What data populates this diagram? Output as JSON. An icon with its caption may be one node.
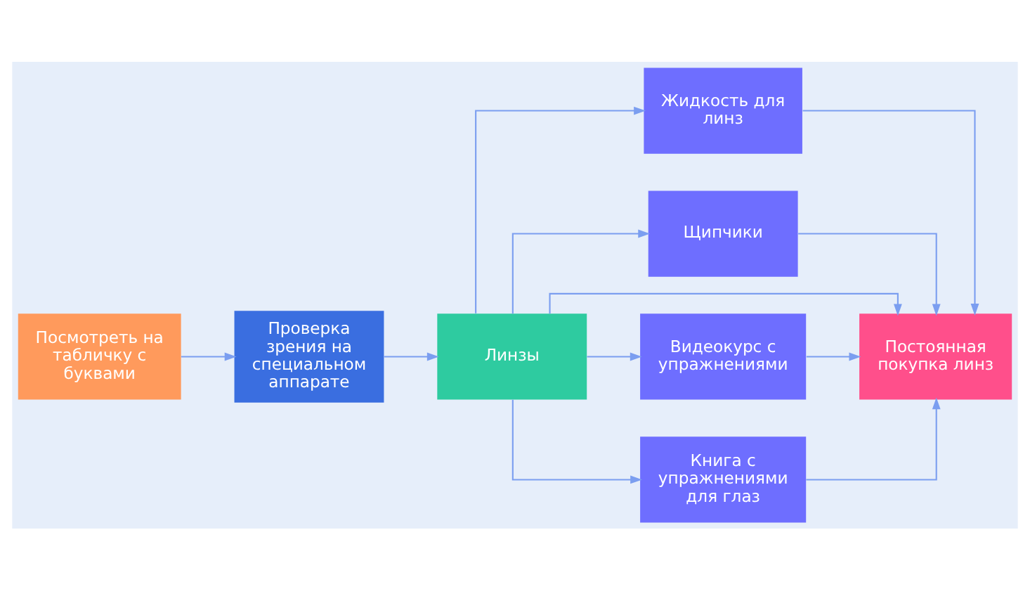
{
  "diagram": {
    "nodes": [
      {
        "text": [
          "Посмотреть на табличку с буквами"
        ]
      },
      {
        "text": [
          "Проверка зрения на специальном аппарате"
        ]
      },
      {
        "text": [
          "Линзы"
        ]
      },
      {
        "text": [
          "Жидкость для линз"
        ]
      },
      {
        "text": [
          "Щипчики"
        ]
      },
      {
        "text": [
          "Видеокурс с упражнениями"
        ]
      },
      {
        "text": [
          "Книга с упражнениями для глаз"
        ]
      },
      {
        "text": [
          "Постоянная покупка линз"
        ]
      }
    ],
    "edges": [
      {
        "from": 0,
        "to": 1,
        "arrow": "to"
      },
      {
        "from": 1,
        "to": 2,
        "arrow": "to"
      },
      {
        "from": 2,
        "to": 3,
        "arrow": "to"
      },
      {
        "from": 2,
        "to": 4,
        "arrow": "to"
      },
      {
        "from": 2,
        "to": 7,
        "arrow": "to"
      },
      {
        "from": 2,
        "to": 5,
        "arrow": "to"
      },
      {
        "from": 2,
        "to": 6,
        "arrow": "to"
      },
      {
        "from": 3,
        "to": 7,
        "arrow": "to"
      },
      {
        "from": 4,
        "to": 7,
        "arrow": "to"
      },
      {
        "from": 5,
        "to": 7,
        "arrow": "to"
      },
      {
        "from": 6,
        "to": 7,
        "arrow": "to"
      }
    ]
  }
}
